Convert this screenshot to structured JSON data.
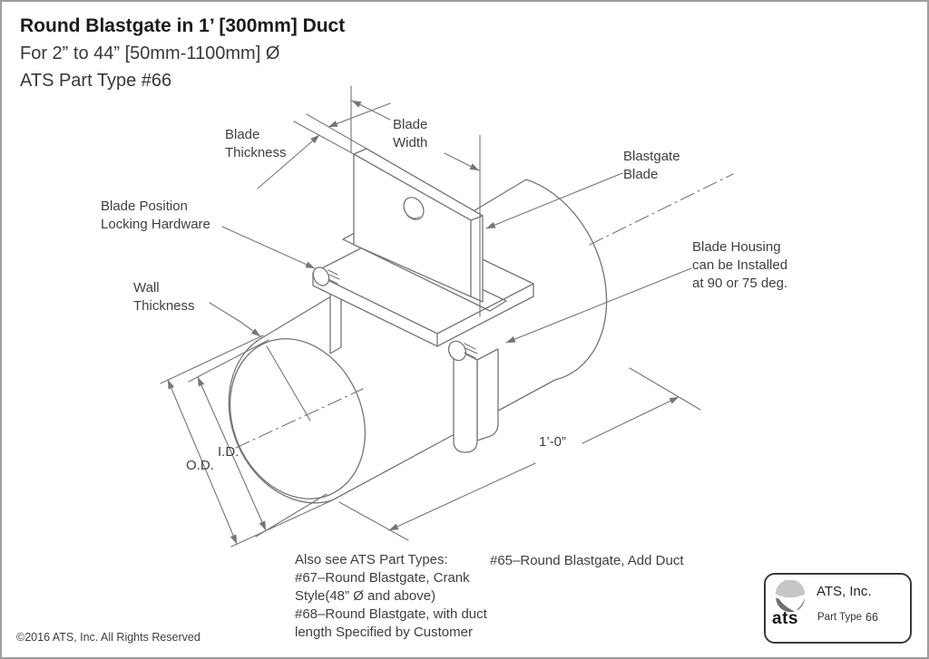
{
  "page": {
    "border_color": "#9e9e9e",
    "background": "#ffffff"
  },
  "header": {
    "title": "Round Blastgate in 1’ [300mm] Duct",
    "subtitle": "For 2” to 44” [50mm-1100mm] Ø",
    "part_type_line": "ATS Part Type #66"
  },
  "diagram": {
    "line_color": "#757575",
    "labels": {
      "blade_thickness_1": "Blade",
      "blade_thickness_2": "Thickness",
      "blade_width_1": "Blade",
      "blade_width_2": "Width",
      "blastgate_blade_1": "Blastgate",
      "blastgate_blade_2": "Blade",
      "locking_hardware_1": "Blade Position",
      "locking_hardware_2": "Locking Hardware",
      "wall_thickness_1": "Wall",
      "wall_thickness_2": "Thickness",
      "blade_housing_1": "Blade Housing",
      "blade_housing_2": "can be Installed",
      "blade_housing_3": "at 90 or 75 deg."
    },
    "dimensions": {
      "outer_diameter": "O.D.",
      "inner_diameter": "I.D.",
      "duct_length": "1’-0”"
    }
  },
  "notes": {
    "also_see": "Also see ATS Part Types:",
    "part_67_line_1": "#67–Round Blastgate, Crank",
    "part_67_line_2": "Style(48” Ø and above)",
    "part_68_line_1": "#68–Round Blastgate, with duct",
    "part_68_line_2": "length Specified by Customer",
    "part_65": "#65–Round Blastgate, Add Duct"
  },
  "footer": {
    "copyright": "©2016 ATS, Inc. All Rights Reserved"
  },
  "logo_box": {
    "logo_text": "ats",
    "company": "ATS, Inc.",
    "part_type_label": "Part Type",
    "part_type_value": "66"
  }
}
